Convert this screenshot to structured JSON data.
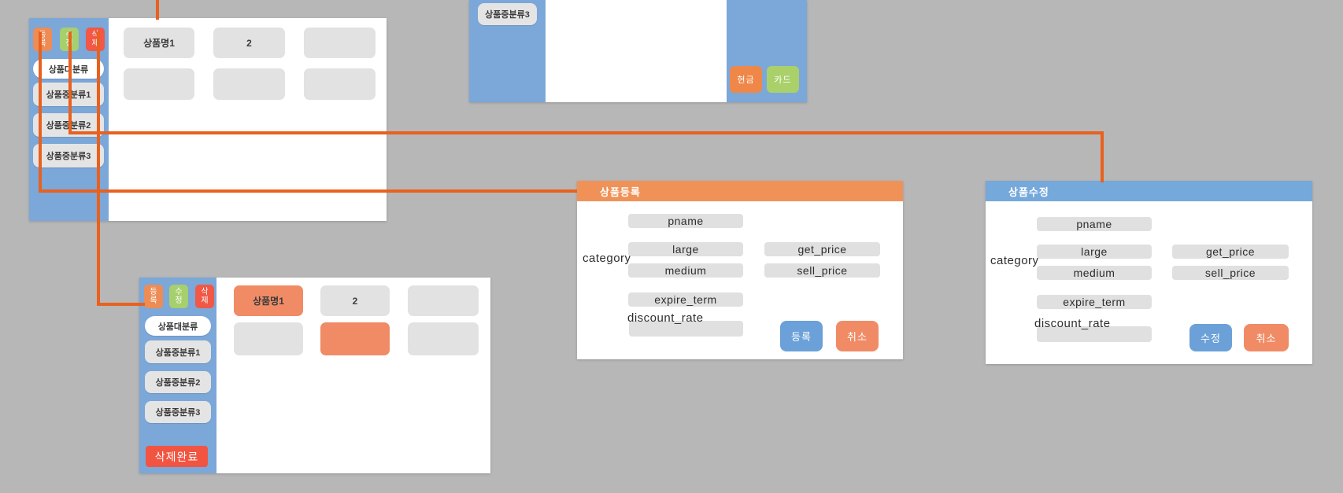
{
  "colors": {
    "bg": "#b7b7b7",
    "blue-panel": "#7ca7d9",
    "blue-hdr": "#75a8db",
    "blue-btn": "#6ba1d8",
    "orange-hdr": "#f09257",
    "orange-btn": "#ee8c55",
    "green-btn": "#a6cf6d",
    "red-btn": "#f15845",
    "red-btn2": "#f15541",
    "salmon": "#f08b66",
    "pill-gray": "#e4e4e4",
    "cell-gray": "#e2e2e2",
    "field-gray": "#e0e0e0",
    "connector": "#e8611f"
  },
  "browse_panel": {
    "toolbar": {
      "register": "등록",
      "modify": "수정",
      "delete": "삭제"
    },
    "categories": {
      "main": "상품대분류",
      "mid1": "상품중분류1",
      "mid2": "상품중분류2",
      "mid3": "상품중분류3"
    },
    "grid": {
      "row1": [
        "상품명1",
        "2",
        ""
      ],
      "row2": [
        "",
        "",
        ""
      ]
    }
  },
  "pos_panel": {
    "category": "상품중분류3",
    "cash": "현금",
    "card": "카드"
  },
  "register_panel": {
    "title": "상품등록",
    "category_label": "category",
    "fields": {
      "pname": "pname",
      "large": "large",
      "medium": "medium",
      "get_price": "get_price",
      "sell_price": "sell_price",
      "expire_term": "expire_term",
      "discount_rate": "discount_rate"
    },
    "buttons": {
      "submit": "등록",
      "cancel": "취소"
    }
  },
  "modify_panel": {
    "title": "상품수정",
    "category_label": "category",
    "fields": {
      "pname": "pname",
      "large": "large",
      "medium": "medium",
      "get_price": "get_price",
      "sell_price": "sell_price",
      "expire_term": "expire_term",
      "discount_rate": "discount_rate"
    },
    "buttons": {
      "submit": "수정",
      "cancel": "취소"
    }
  },
  "delete_panel": {
    "toolbar": {
      "register": "등록",
      "modify": "수정",
      "delete": "삭제"
    },
    "categories": {
      "main": "상품대분류",
      "mid1": "상품중분류1",
      "mid2": "상품중분류2",
      "mid3": "상품중분류3"
    },
    "grid": {
      "row1": [
        "상품명1",
        "2",
        ""
      ],
      "row2": [
        "",
        "",
        ""
      ]
    },
    "delete_done": "삭제완료"
  }
}
